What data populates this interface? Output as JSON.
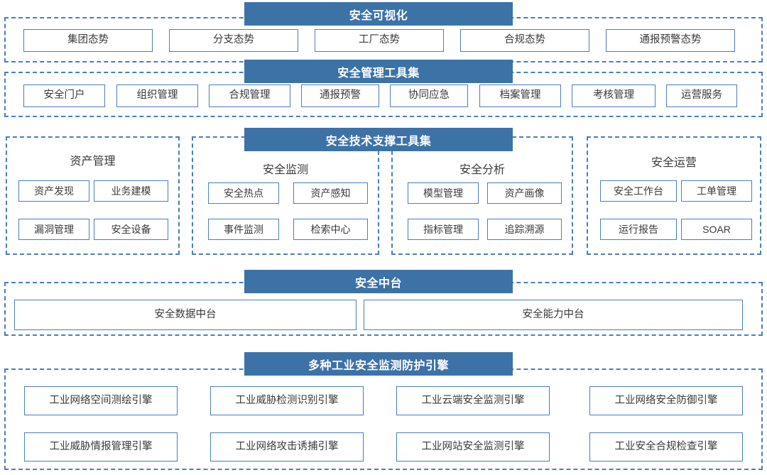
{
  "layers": [
    {
      "id": "visualization",
      "banner": "安全可视化",
      "items": [
        "集团态势",
        "分支态势",
        "工厂态势",
        "合规态势",
        "通报预警态势"
      ]
    },
    {
      "id": "management-toolset",
      "banner": "安全管理工具集",
      "items": [
        "安全门户",
        "组织管理",
        "合规管理",
        "通报预警",
        "协同应急",
        "档案管理",
        "考核管理",
        "运营服务"
      ]
    },
    {
      "id": "tech-support-toolset",
      "banner": "安全技术支撑工具集",
      "groups": [
        {
          "title": "资产管理",
          "items": [
            "资产发现",
            "业务建模",
            "漏洞管理",
            "安全设备"
          ]
        },
        {
          "title": "安全监测",
          "items": [
            "安全热点",
            "资产感知",
            "事件监测",
            "检索中心"
          ]
        },
        {
          "title": "安全分析",
          "items": [
            "模型管理",
            "资产画像",
            "指标管理",
            "追踪溯源"
          ]
        },
        {
          "title": "安全运营",
          "items": [
            "安全工作台",
            "工单管理",
            "运行报告",
            "SOAR"
          ]
        }
      ]
    },
    {
      "id": "security-midplatform",
      "banner": "安全中台",
      "items": [
        "安全数据中台",
        "安全能力中台"
      ]
    },
    {
      "id": "engines",
      "banner": "多种工业安全监测防护引擎",
      "items": [
        "工业网络空间测绘引擎",
        "工业威胁检测识别引擎",
        "工业云端安全监测引擎",
        "工业网络安全防御引擎",
        "工业威胁情报管理引擎",
        "工业网络攻击诱捕引擎",
        "工业网站安全监测引擎",
        "工业安全合规检查引擎"
      ]
    }
  ],
  "colors": {
    "banner_bg": "#3d72a7",
    "border_blue": "#4a7ebb",
    "text": "#3a3a3a",
    "banner_text": "#ffffff",
    "background": "#ffffff"
  }
}
